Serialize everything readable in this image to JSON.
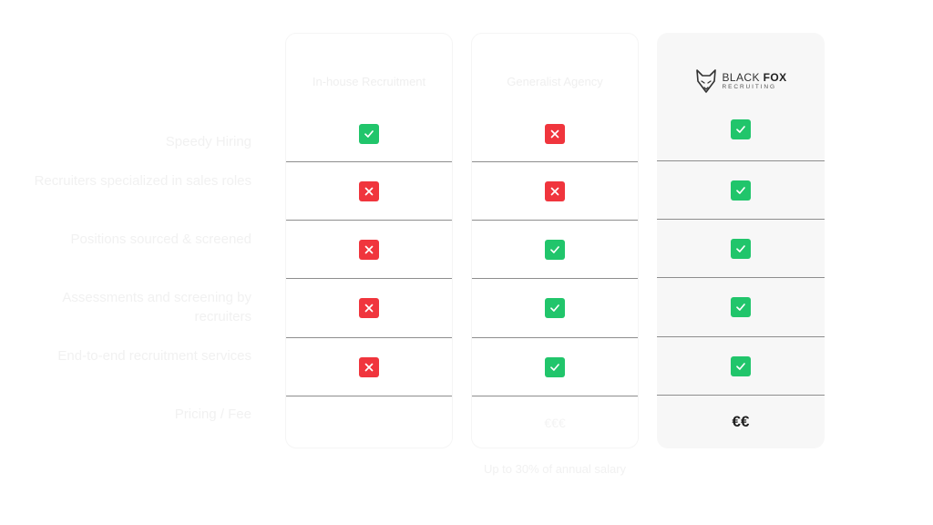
{
  "row_labels": [
    "Speedy Hiring",
    "Recruiters specialized in sales roles",
    "Positions sourced & screened",
    "Assessments and screening by recruiters",
    "End-to-end recruitment services",
    "Pricing / Fee"
  ],
  "columns": [
    {
      "header": "In-house Recruitment",
      "cells": [
        "check",
        "cross",
        "cross",
        "cross",
        "cross"
      ],
      "price": ""
    },
    {
      "header": "Generalist Agency",
      "cells": [
        "cross",
        "cross",
        "check",
        "check",
        "check"
      ],
      "price": "€€€"
    },
    {
      "header": "",
      "cells": [
        "check",
        "check",
        "check",
        "check",
        "check"
      ],
      "price": "€€"
    }
  ],
  "brand": {
    "name_light": "BLACK",
    "name_bold": "FOX",
    "tagline": "RECRUITING"
  },
  "footnote": [
    "Up to 30% of annual salary"
  ],
  "colors": {
    "check": "#21c56b",
    "cross": "#f0353d",
    "divider": "#8e8e8e",
    "brand_col_bg": "#f7f7f7"
  }
}
